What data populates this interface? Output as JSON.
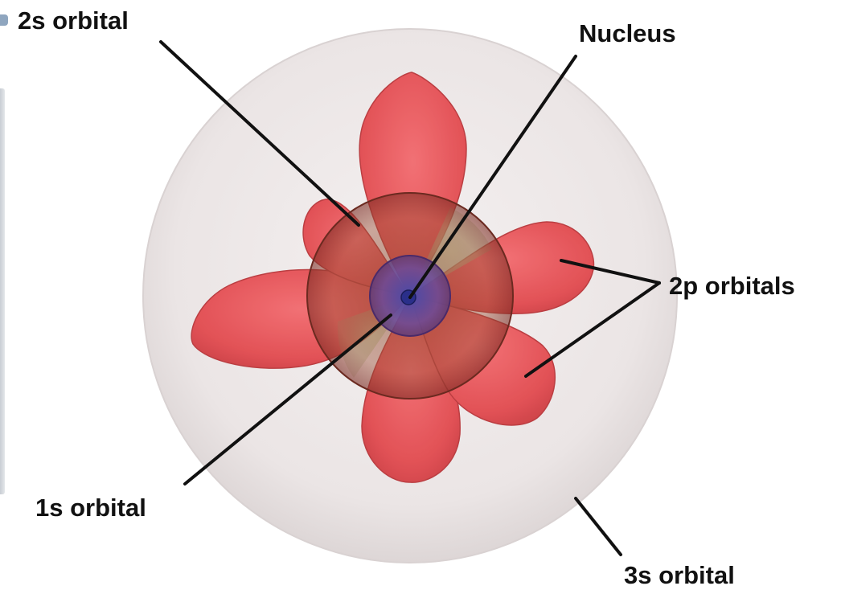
{
  "labels": {
    "orbital_2s": "2s orbital",
    "nucleus": "Nucleus",
    "orbitals_2p": "2p orbitals",
    "orbital_1s": "1s orbital",
    "orbital_3s": "3s orbital"
  },
  "colors": {
    "sphere_3s": "#ece6e6",
    "sphere_2s": "#a84a3a",
    "lobe_2p": "#e8484e",
    "sphere_1s": "#6a5aa8",
    "nucleus": "#2a2f8a",
    "leader_line": "#111111"
  }
}
